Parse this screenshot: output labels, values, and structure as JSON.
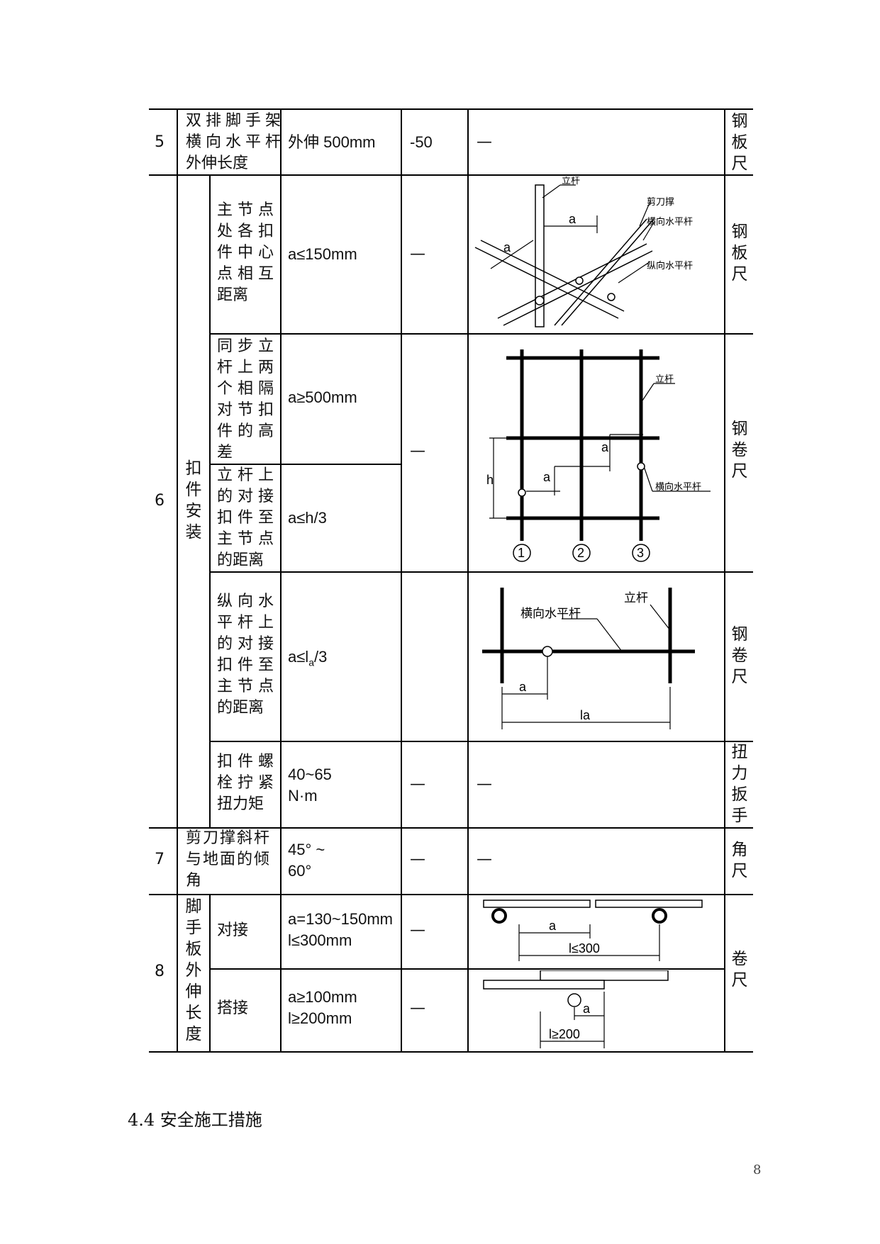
{
  "rows": {
    "r5": {
      "no": "5",
      "item": [
        "双排脚手架",
        "横向水平杆",
        "外伸长度"
      ],
      "standard": "外伸 500mm",
      "tolerance": "-50",
      "diagram": "—",
      "tool": [
        "钢",
        "板",
        "尺"
      ]
    },
    "r6": {
      "no": "6",
      "group": [
        "扣",
        "件",
        "安",
        "装"
      ],
      "a": {
        "item": [
          "主 节 点",
          "处 各 扣",
          "件 中 心",
          "点 相 互",
          "距离"
        ],
        "standard": "a≤150mm",
        "tolerance": "—",
        "tool": [
          "钢",
          "板",
          "尺"
        ]
      },
      "b": {
        "item": [
          "同 步 立",
          "杆 上 两",
          "个 相 隔",
          "对 节 扣",
          "件 的 高",
          "差"
        ],
        "standard": "a≥500mm"
      },
      "bc_tolerance": "—",
      "bc_tool": [
        "钢",
        "卷",
        "尺"
      ],
      "c": {
        "item": [
          "立 杆 上",
          "的 对 接",
          "扣 件 至",
          "主 节 点",
          "的距离"
        ],
        "standard": "a≤h/3"
      },
      "d": {
        "item": [
          "纵 向 水",
          "平 杆 上",
          "的 对 接",
          "扣 件 至",
          "主 节 点",
          "的距离"
        ],
        "standard": "a≤l",
        "standard_sub": "a",
        "standard_tail": "/3",
        "tool": [
          "钢",
          "卷",
          "尺"
        ]
      },
      "e": {
        "item": [
          "扣 件 螺",
          "栓 拧 紧",
          "扭力矩"
        ],
        "standard": [
          "40~65",
          "N·m"
        ],
        "tolerance": "—",
        "diagram": "—",
        "tool": [
          "扭",
          "力",
          "扳",
          "手"
        ]
      }
    },
    "r7": {
      "no": "7",
      "item": [
        "剪刀撑斜杆",
        "与地面的倾",
        "角"
      ],
      "standard": [
        "45° ~",
        "60°"
      ],
      "tolerance": "—",
      "diagram": "—",
      "tool": [
        "角",
        "尺"
      ]
    },
    "r8": {
      "no": "8",
      "group": [
        "脚",
        "手",
        "板",
        "外",
        "伸",
        "长",
        "度"
      ],
      "a": {
        "item": "对接",
        "standard": [
          "a=130~150mm",
          "l≤300mm"
        ],
        "tolerance": "—"
      },
      "b": {
        "item": "搭接",
        "standard": [
          "a≥100mm",
          "l≥200mm"
        ],
        "tolerance": "—"
      },
      "tool": [
        "卷",
        "尺"
      ]
    }
  },
  "diagrams": {
    "d1": {
      "l1": "立杆",
      "l2": "剪刀撑",
      "l3": "横向水平杆",
      "l4": "纵向水平杆",
      "a": "a"
    },
    "d2": {
      "l1": "立杆",
      "l2": "横向水平杆",
      "h": "h",
      "a": "a",
      "n1": "1",
      "n2": "2",
      "n3": "3"
    },
    "d3": {
      "l1": "立杆",
      "l2": "横向水平杆",
      "a": "a",
      "la": "la"
    },
    "d4": {
      "a": "a",
      "l": "l≤300"
    },
    "d5": {
      "a": "a",
      "l": "l≥200"
    }
  },
  "section_heading": "4.4 安全施工措施",
  "page_number": "8"
}
